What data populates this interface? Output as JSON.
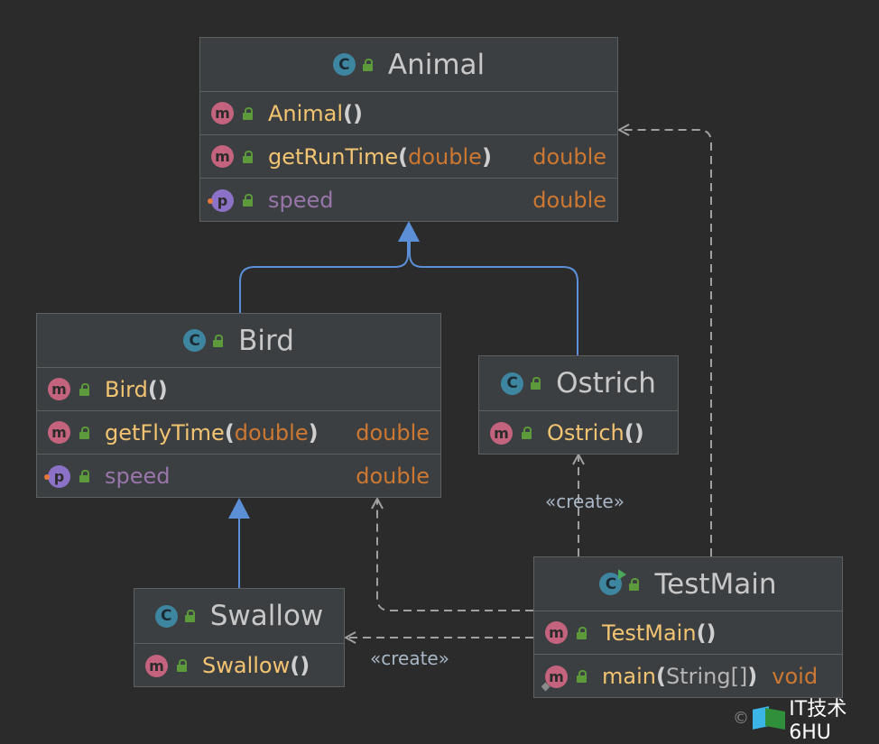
{
  "classes": {
    "animal": {
      "name": "Animal",
      "icon": "C",
      "members": [
        {
          "kind": "m",
          "name": "Animal",
          "params": "",
          "ret": ""
        },
        {
          "kind": "m",
          "name": "getRunTime",
          "params": "double",
          "ret": "double"
        },
        {
          "kind": "p",
          "name": "speed",
          "ret": "double"
        }
      ]
    },
    "bird": {
      "name": "Bird",
      "icon": "C",
      "members": [
        {
          "kind": "m",
          "name": "Bird",
          "params": "",
          "ret": ""
        },
        {
          "kind": "m",
          "name": "getFlyTime",
          "params": "double",
          "ret": "double"
        },
        {
          "kind": "p",
          "name": "speed",
          "ret": "double"
        }
      ]
    },
    "ostrich": {
      "name": "Ostrich",
      "icon": "C",
      "members": [
        {
          "kind": "m",
          "name": "Ostrich",
          "params": "",
          "ret": ""
        }
      ]
    },
    "swallow": {
      "name": "Swallow",
      "icon": "C",
      "members": [
        {
          "kind": "m",
          "name": "Swallow",
          "params": "",
          "ret": ""
        }
      ]
    },
    "testmain": {
      "name": "TestMain",
      "icon": "C",
      "members": [
        {
          "kind": "m",
          "name": "TestMain",
          "params": "",
          "ret": ""
        },
        {
          "kind": "m",
          "name": "main",
          "params": "String[]",
          "ret": "void"
        }
      ]
    }
  },
  "icon_letters": {
    "method": "m",
    "property": "p"
  },
  "parens": {
    "open": "(",
    "close": ")"
  },
  "edge_labels": {
    "create_ostrich": "«create»",
    "create_swallow": "«create»"
  },
  "watermark": {
    "circle": "©",
    "text": "IT技术6HU"
  },
  "colors": {
    "background": "#2b2b2b",
    "box": "#3c3f41",
    "border": "#5e6060",
    "inheritance": "#5b8fd6",
    "dependency": "#a0a0a0",
    "method_name": "#f2c472",
    "type": "#cc7832",
    "field": "#9876aa"
  },
  "icons": [
    "class-icon",
    "method-icon",
    "property-icon",
    "public-lock-icon",
    "run-icon",
    "arrow-inheritance",
    "arrow-dependency"
  ]
}
